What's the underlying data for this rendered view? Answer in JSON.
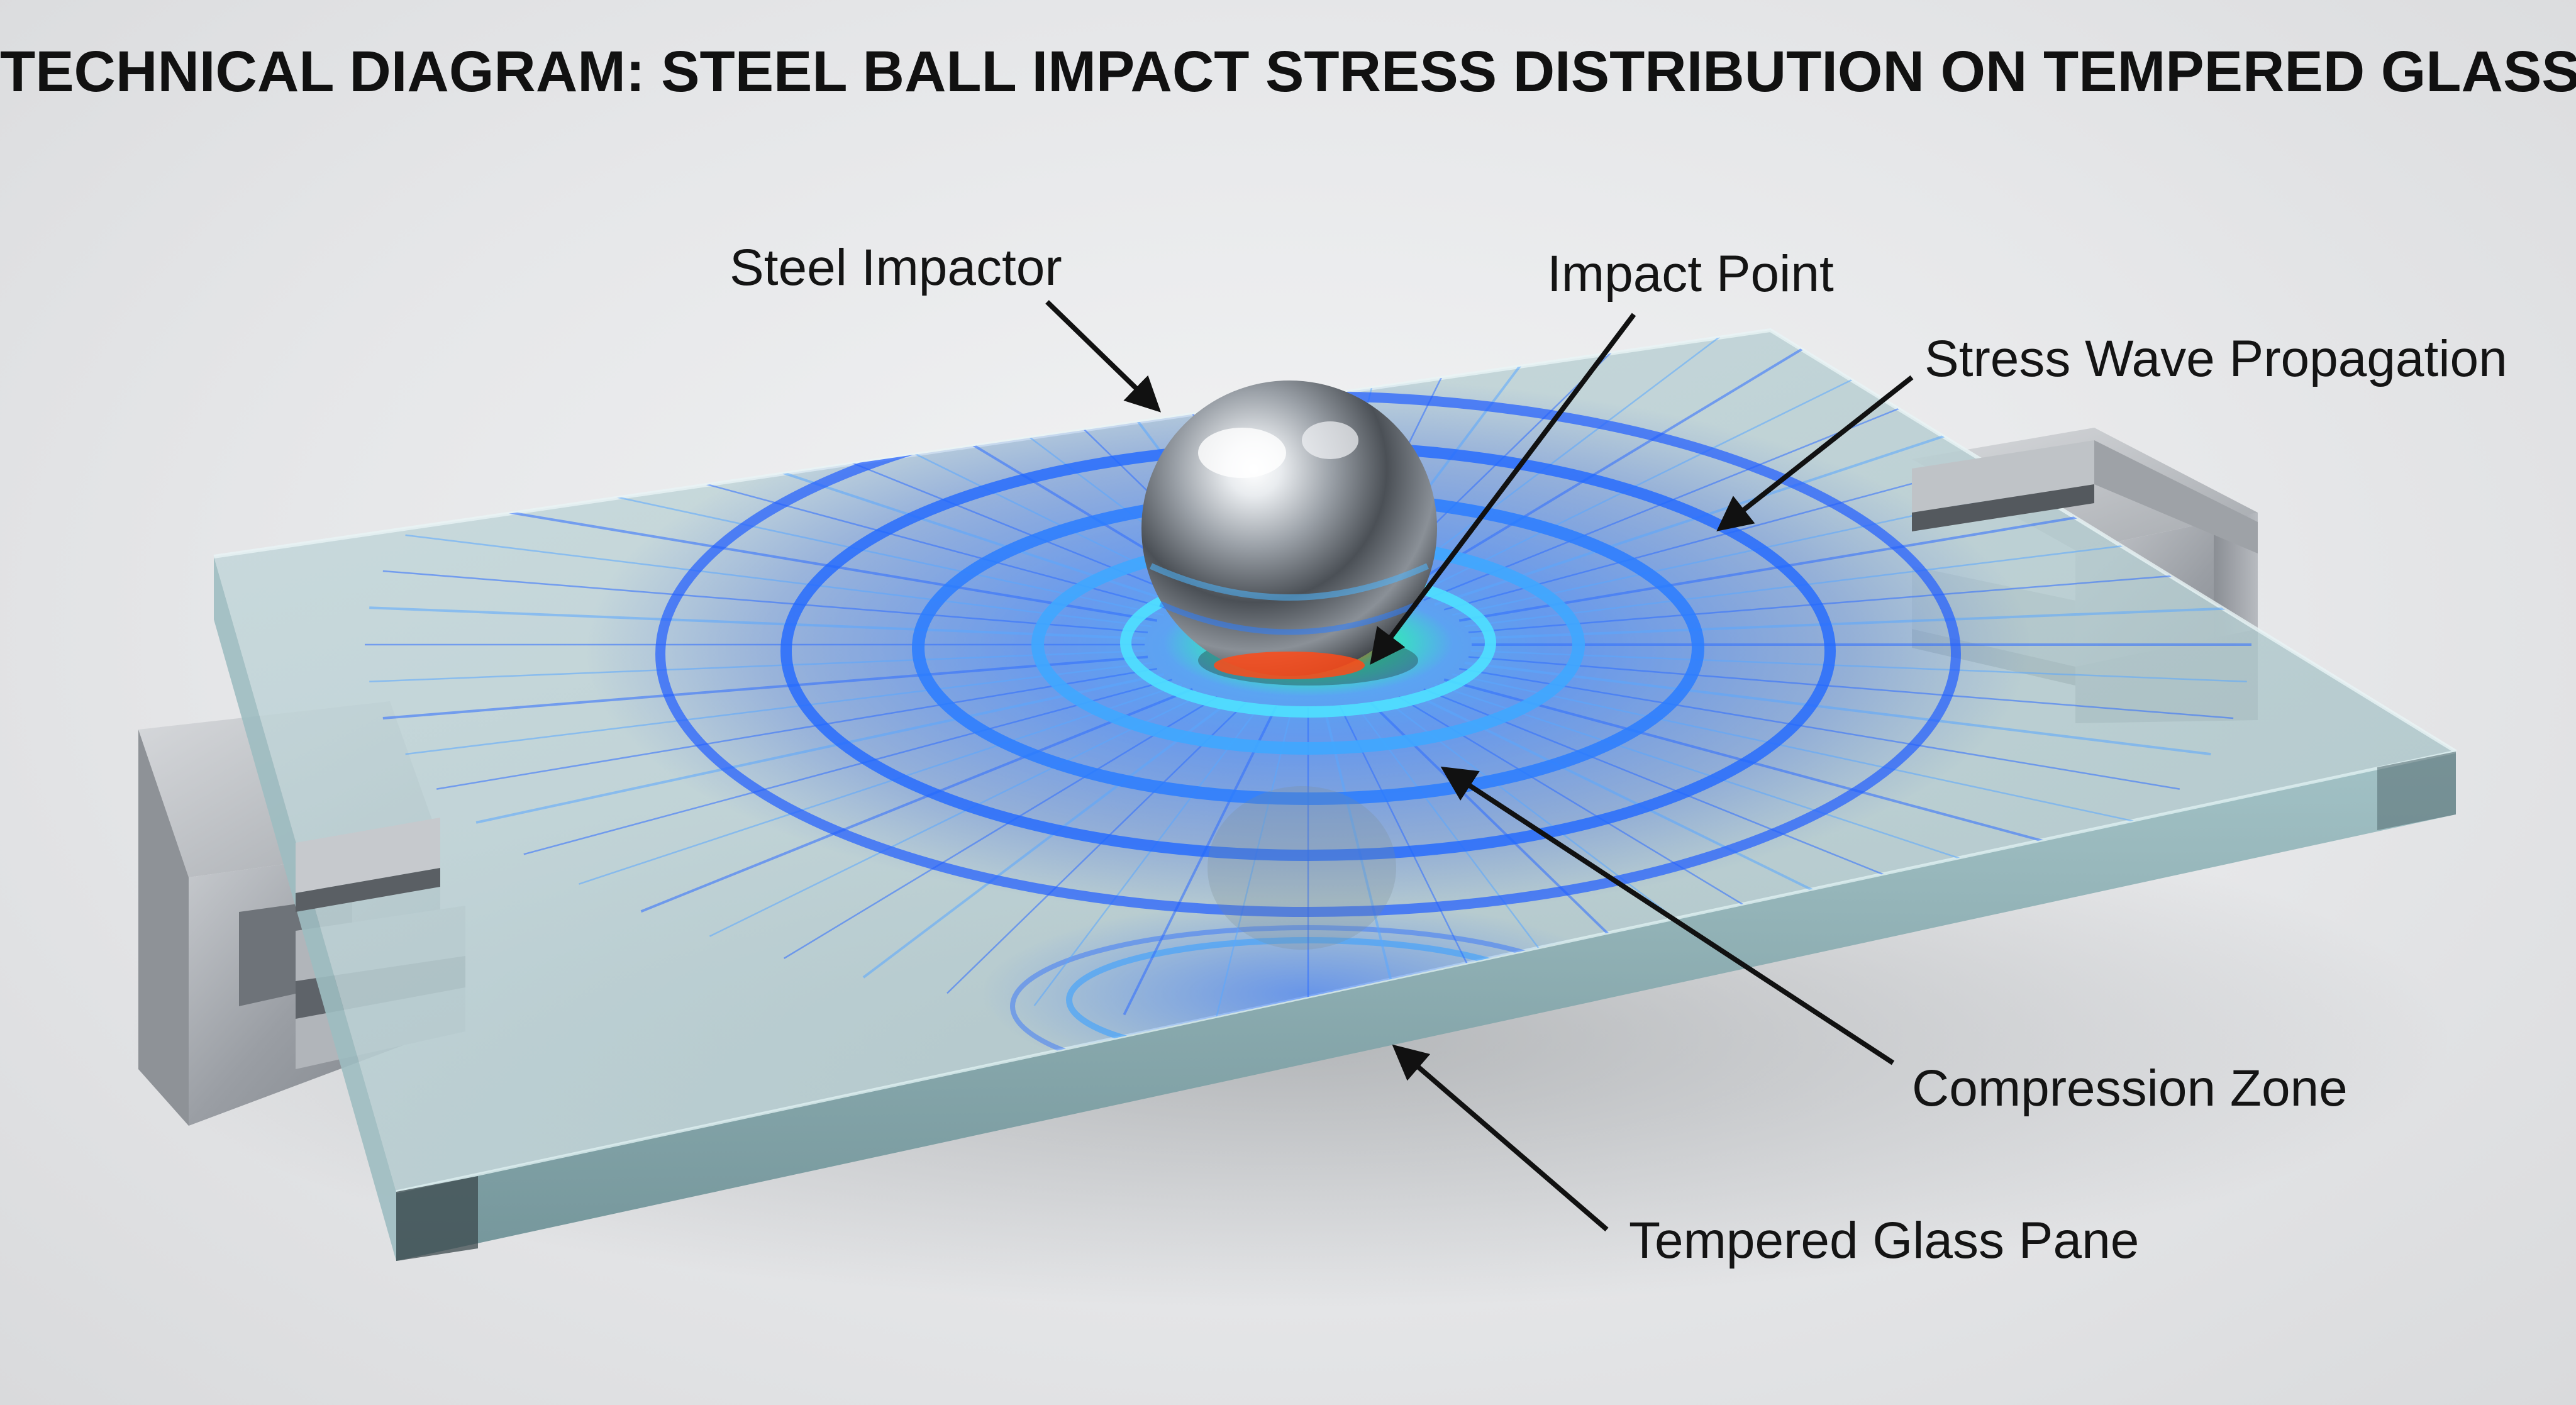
{
  "title": "TECHNICAL DIAGRAM: STEEL BALL IMPACT STRESS DISTRIBUTION ON TEMPERED GLASS",
  "callouts": {
    "steel_impactor": "Steel Impactor",
    "impact_point": "Impact Point",
    "stress_wave_propagation": "Stress Wave Propagation",
    "compression_zone": "Compression Zone",
    "tempered_glass_pane": "Tempered Glass Pane"
  },
  "colors": {
    "background": "#e4e5e7",
    "glass": "#b9cfd3",
    "glass_edge": "#8fb3b8",
    "stress_wave": "#1e63ff",
    "stress_glow": "#35a8ff",
    "impact_hot": "#ff5a1f",
    "steel": "#9aa0a6",
    "text": "#141414"
  }
}
